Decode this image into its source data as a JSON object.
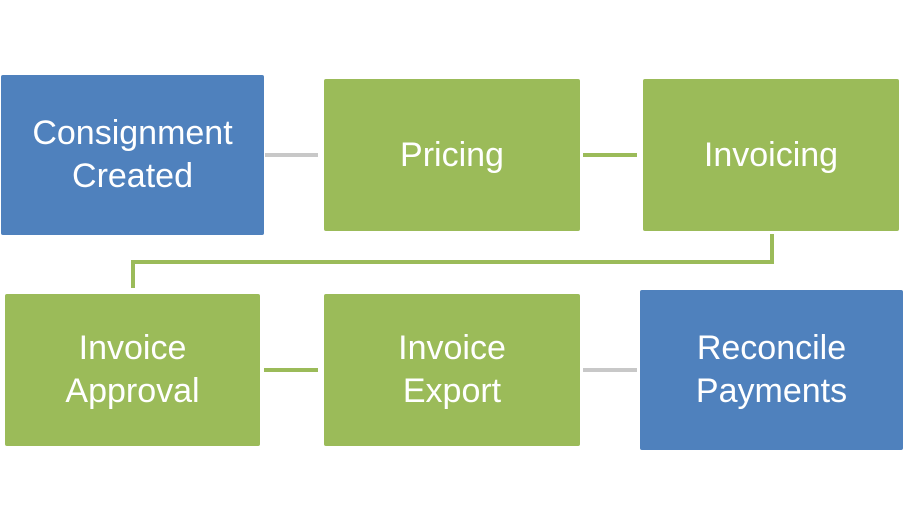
{
  "diagram": {
    "nodes": [
      {
        "id": "consignment",
        "label": "Consignment\nCreated",
        "color": "#4f81bd"
      },
      {
        "id": "pricing",
        "label": "Pricing",
        "color": "#9bbb59"
      },
      {
        "id": "invoicing",
        "label": "Invoicing",
        "color": "#9bbb59"
      },
      {
        "id": "approval",
        "label": "Invoice\nApproval",
        "color": "#9bbb59"
      },
      {
        "id": "export",
        "label": "Invoice\nExport",
        "color": "#9bbb59"
      },
      {
        "id": "reconcile",
        "label": "Reconcile\nPayments",
        "color": "#4f81bd"
      }
    ],
    "edges": [
      {
        "from": "consignment",
        "to": "pricing",
        "color": "#c8c8c8"
      },
      {
        "from": "pricing",
        "to": "invoicing",
        "color": "#9bbb59"
      },
      {
        "from": "invoicing",
        "to": "approval",
        "color": "#9bbb59"
      },
      {
        "from": "approval",
        "to": "export",
        "color": "#9bbb59"
      },
      {
        "from": "export",
        "to": "reconcile",
        "color": "#c8c8c8"
      }
    ]
  }
}
